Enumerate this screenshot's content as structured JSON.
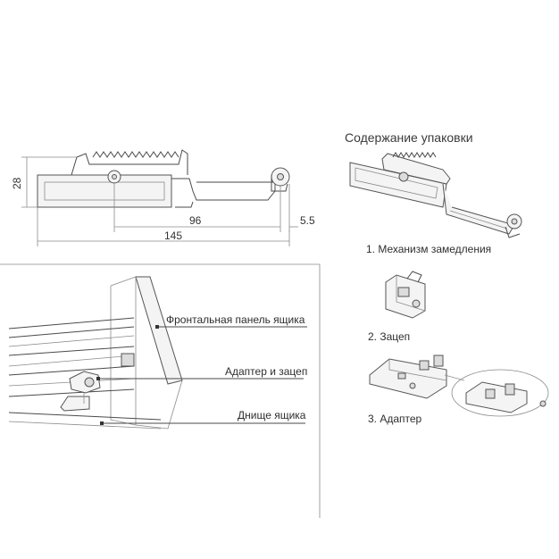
{
  "dimensions": {
    "height": "28",
    "length_mid": "96",
    "offset": "5.5",
    "length_total": "145"
  },
  "package": {
    "title": "Содержание упаковки",
    "items": [
      "1. Механизм замедления",
      "2. Зацеп",
      "3. Адаптер"
    ]
  },
  "callouts": [
    "Фронтальная панель ящика",
    "Адаптер и зацеп",
    "Днище ящика"
  ]
}
